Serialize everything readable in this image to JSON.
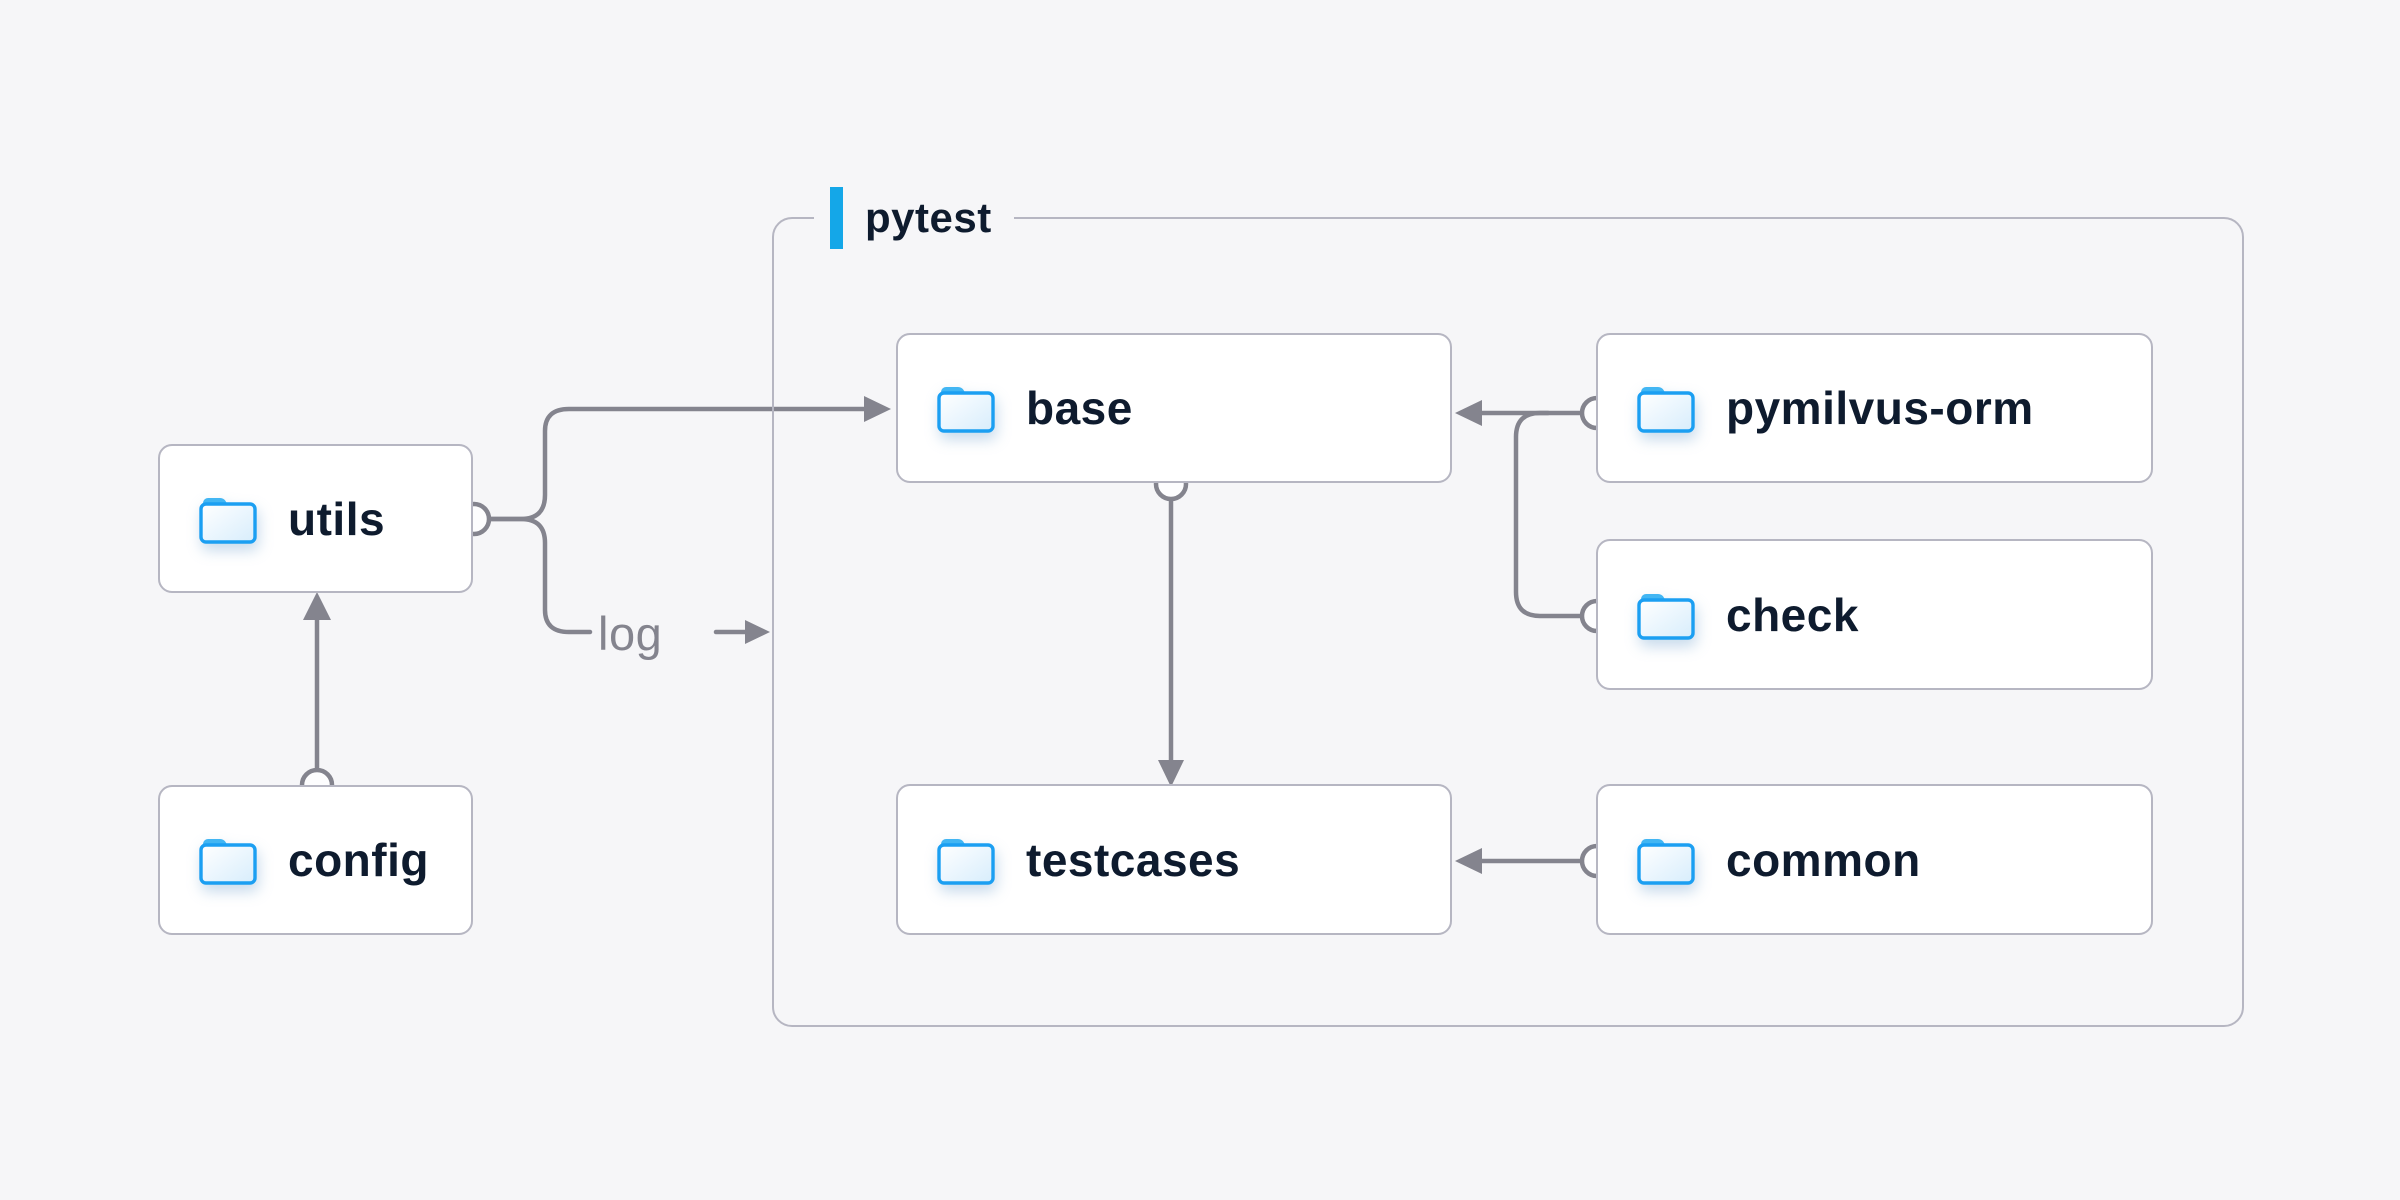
{
  "diagram": {
    "group": {
      "label": "pytest"
    },
    "nodes": {
      "utils": {
        "label": "utils",
        "icon": "folder-icon"
      },
      "config": {
        "label": "config",
        "icon": "folder-icon"
      },
      "base": {
        "label": "base",
        "icon": "folder-icon"
      },
      "pymilvus_orm": {
        "label": "pymilvus-orm",
        "icon": "folder-icon"
      },
      "check": {
        "label": "check",
        "icon": "folder-icon"
      },
      "testcases": {
        "label": "testcases",
        "icon": "folder-icon"
      },
      "common": {
        "label": "common",
        "icon": "folder-icon"
      }
    },
    "edge_label": "log",
    "edges": [
      {
        "from": "config",
        "to": "utils"
      },
      {
        "from": "utils",
        "to": "base"
      },
      {
        "from": "utils",
        "to": "log",
        "label": "log"
      },
      {
        "from": "pymilvus-orm",
        "to": "base"
      },
      {
        "from": "check",
        "to": "base"
      },
      {
        "from": "base",
        "to": "testcases"
      },
      {
        "from": "common",
        "to": "testcases"
      }
    ],
    "colors": {
      "background": "#f6f6f8",
      "node_fill": "#ffffff",
      "node_border": "#b6b6c2",
      "node_text": "#0e1b2e",
      "connector": "#84848e",
      "muted_text": "#84848e",
      "accent_blue": "#14a7e8",
      "folder_blue": "#1b9ff2"
    }
  }
}
